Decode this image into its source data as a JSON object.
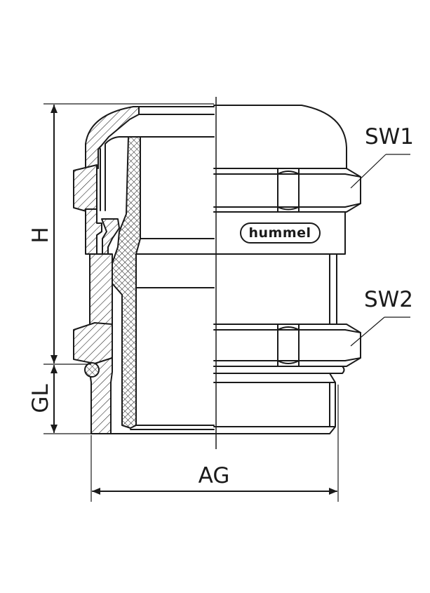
{
  "drawing": {
    "brand_logo": "hummel",
    "labels": {
      "height": "H",
      "thread_length": "GL",
      "thread_diameter": "AG",
      "wrench_size_1": "SW1",
      "wrench_size_2": "SW2"
    }
  }
}
